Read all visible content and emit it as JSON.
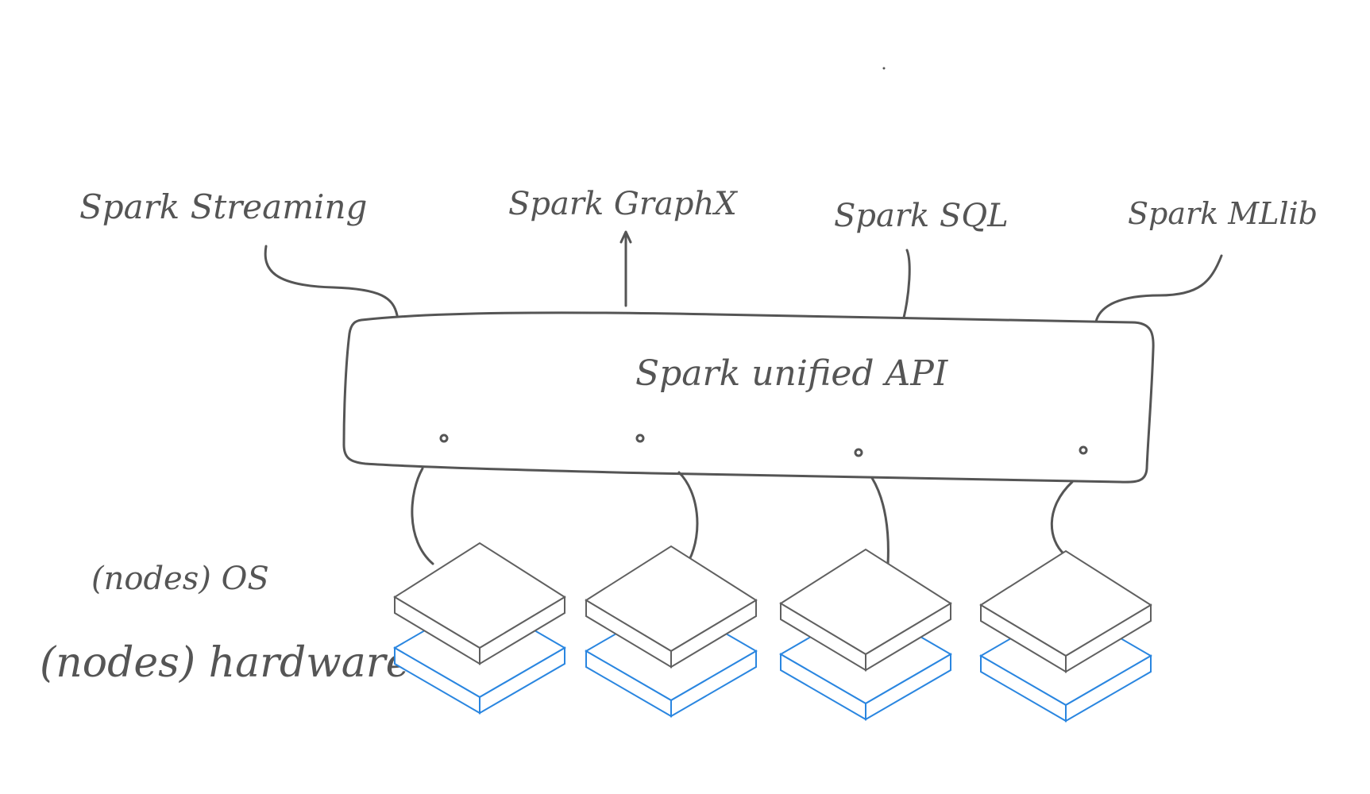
{
  "modules": [
    {
      "id": "streaming",
      "label": "Spark Streaming"
    },
    {
      "id": "graphx",
      "label": "Spark GraphX"
    },
    {
      "id": "sql",
      "label": "Spark SQL"
    },
    {
      "id": "mllib",
      "label": "Spark MLlib"
    }
  ],
  "api_box": {
    "label": "Spark unified API"
  },
  "layers": {
    "os_label": "(nodes) OS",
    "hardware_label": "(nodes) hardware"
  },
  "nodes": [
    {
      "id": "node-1"
    },
    {
      "id": "node-2"
    },
    {
      "id": "node-3"
    },
    {
      "id": "node-4"
    }
  ],
  "colors": {
    "ink": "#555555",
    "os_stroke": "#606060",
    "hardware_stroke": "#2a86e0"
  }
}
